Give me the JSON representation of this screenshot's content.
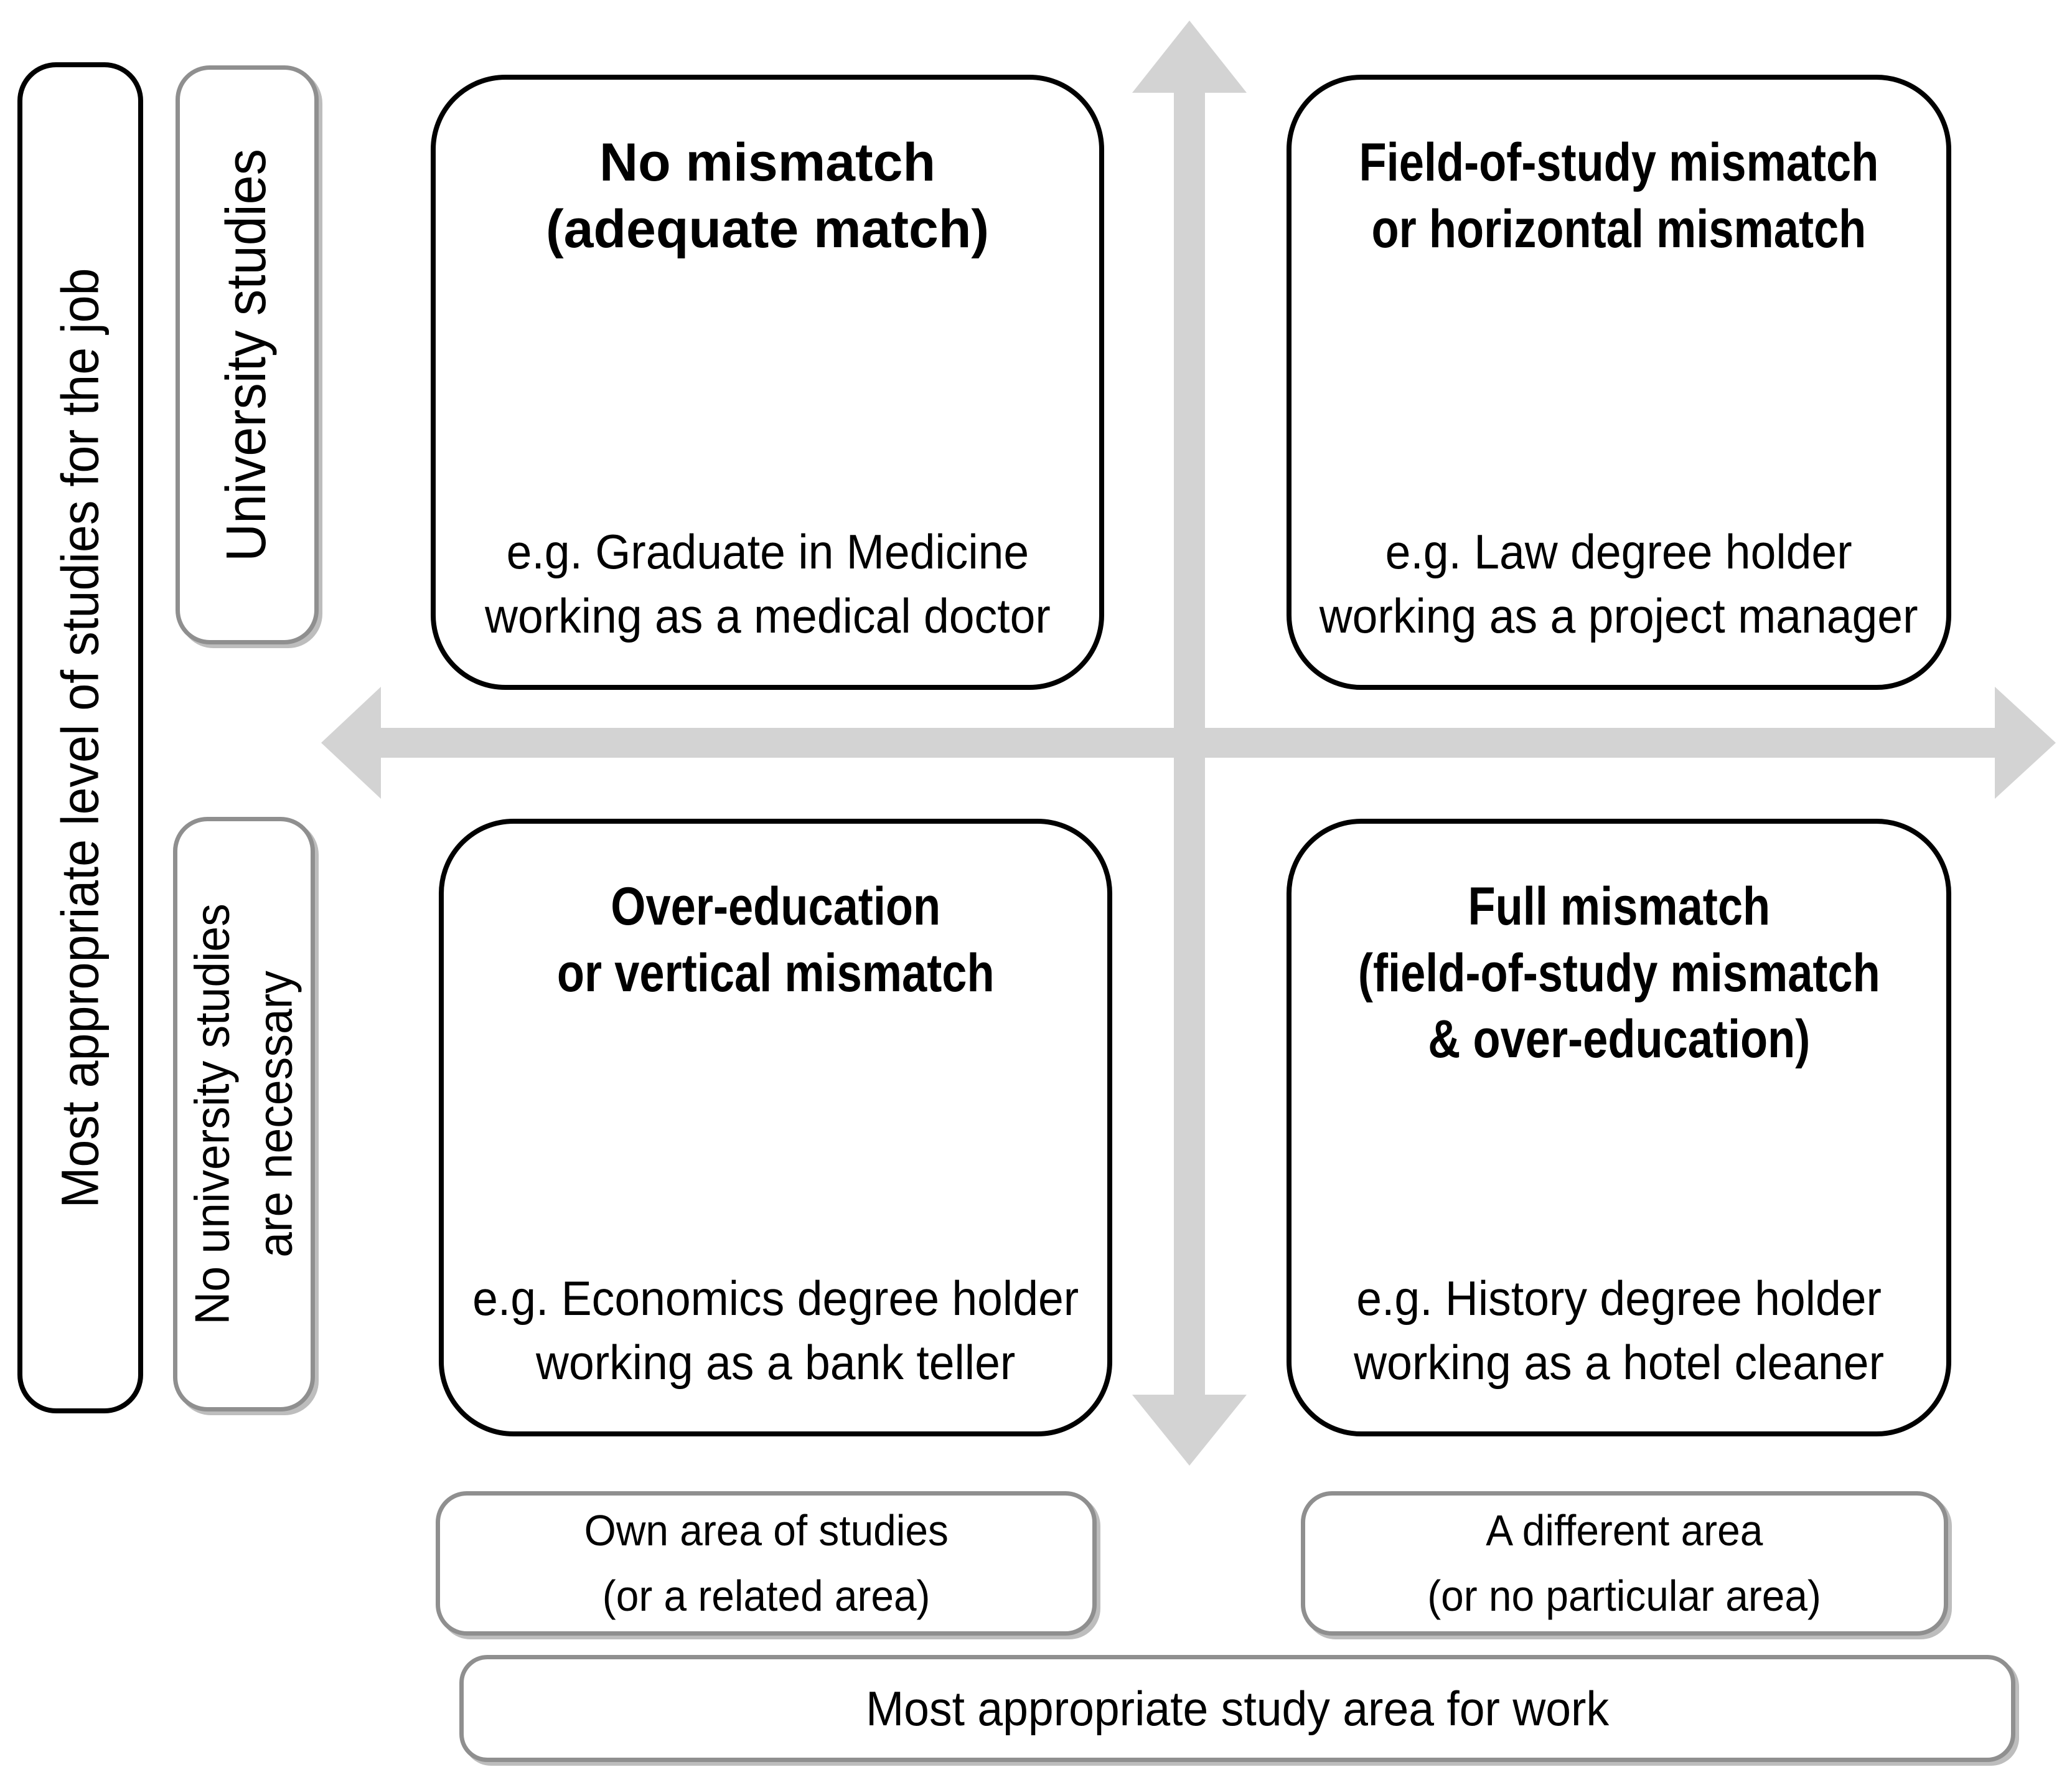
{
  "colors": {
    "arrow_gray": "#d3d3d3",
    "quadrant_border": "#000000",
    "label_border": "#8f8f8f",
    "text": "#000000"
  },
  "y_axis": {
    "title": "Most appropriate level of studies for the job",
    "categories": {
      "top": {
        "lines": [
          "University studies"
        ]
      },
      "bottom": {
        "lines": [
          "No university studies",
          "are necessary"
        ]
      }
    }
  },
  "x_axis": {
    "title": "Most appropriate study area for work",
    "categories": {
      "left": {
        "lines": [
          "Own area of studies",
          "(or a related area)"
        ]
      },
      "right": {
        "lines": [
          "A different area",
          "(or no particular area)"
        ]
      }
    }
  },
  "quadrants": {
    "top_left": {
      "title_lines": [
        "No mismatch",
        "(adequate match)"
      ],
      "example_lines": [
        "e.g. Graduate in Medicine",
        "working as a medical doctor"
      ]
    },
    "top_right": {
      "title_lines": [
        "Field-of-study mismatch",
        "or horizontal mismatch"
      ],
      "example_lines": [
        "e.g. Law degree holder",
        "working as a project manager"
      ]
    },
    "bottom_left": {
      "title_lines": [
        "Over-education",
        "or vertical mismatch"
      ],
      "example_lines": [
        "e.g. Economics degree holder",
        "working as a bank teller"
      ]
    },
    "bottom_right": {
      "title_lines": [
        "Full mismatch",
        "(field-of-study mismatch",
        "& over-education)"
      ],
      "example_lines": [
        "e.g. History degree holder",
        "working as a hotel cleaner"
      ]
    }
  }
}
